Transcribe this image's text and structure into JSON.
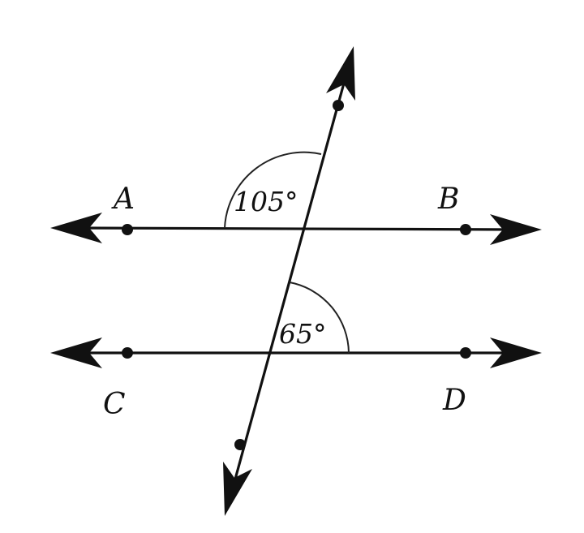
{
  "points": {
    "a": "A",
    "b": "B",
    "c": "C",
    "d": "D"
  },
  "angles": {
    "upper": "105°",
    "lower": "65°"
  },
  "colors": {
    "ink": "#111111",
    "background": "#ffffff"
  }
}
